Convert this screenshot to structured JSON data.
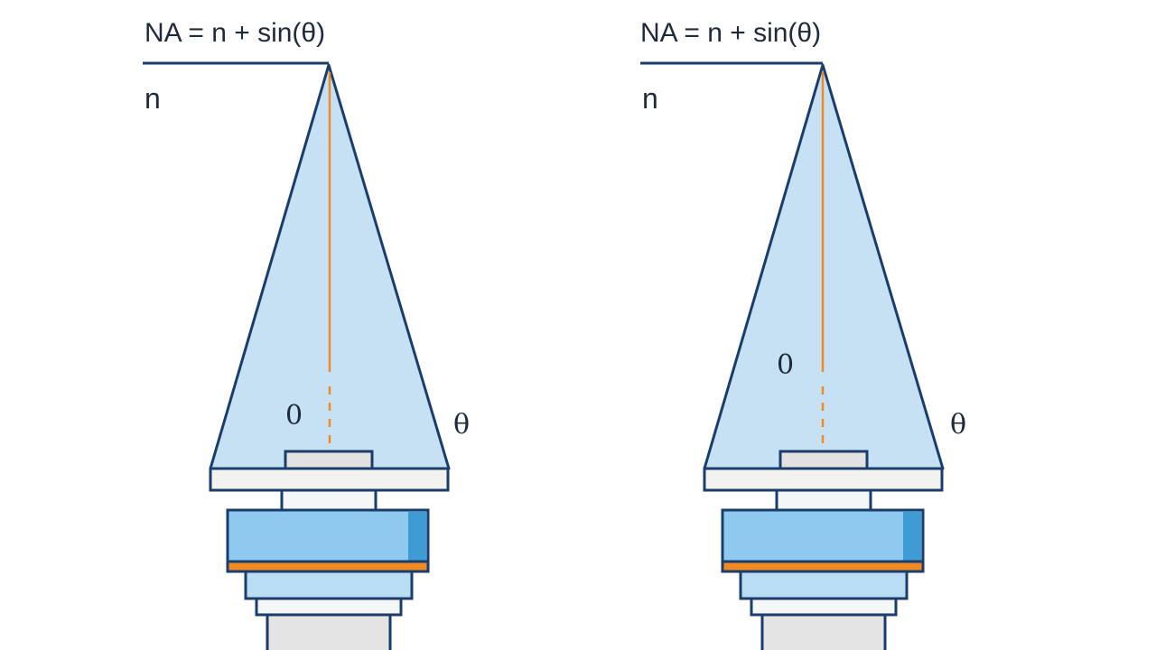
{
  "panels": [
    {
      "formula": "NA = n + sin(θ)",
      "medium_label": "n",
      "inner_angle_label": "0",
      "outer_angle_label": "θ"
    },
    {
      "formula": "NA = n + sin(θ)",
      "medium_label": "n",
      "inner_angle_label": "0",
      "outer_angle_label": "θ"
    }
  ],
  "colors": {
    "outline": "#1a3d6b",
    "cone_fill": "#c7e1f4",
    "axis": "#f08a24",
    "lens_body": "#8ec9ef",
    "lens_side": "#3f9bd4",
    "stage_plate": "#f2f2ef",
    "sample": "#e2e2e2",
    "barrel_light": "#b9ddf3",
    "barrel_gray": "#e4e4e4",
    "accent_ring": "#f08a24"
  }
}
